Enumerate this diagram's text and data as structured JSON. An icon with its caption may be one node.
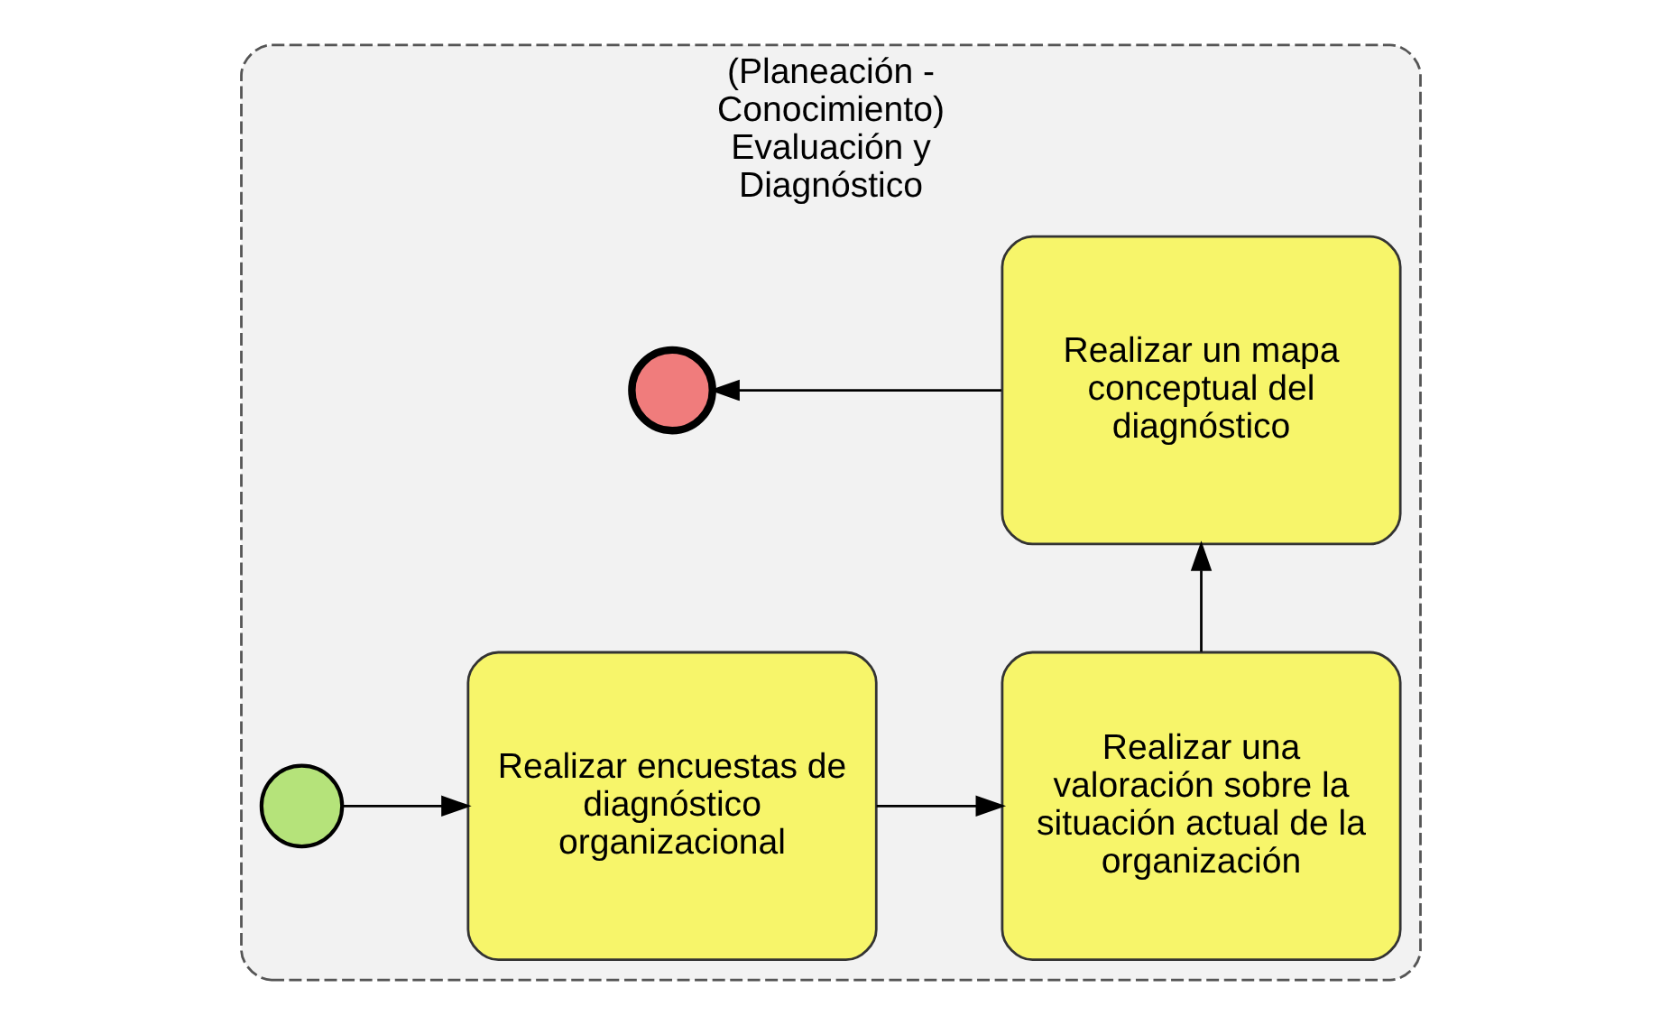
{
  "diagram": {
    "nodes": [
      {
        "text": [
          "(Planeación - Conocimiento) Evaluación y Diagnóstico"
        ]
      },
      {
        "text": [],
        "shape": "circle",
        "in": 0
      },
      {
        "text": [
          "Realizar encuestas de diagnóstico organizacional"
        ],
        "in": 0
      },
      {
        "text": [
          "Realizar una valoración sobre la situación actual de la organización"
        ],
        "in": 0
      },
      {
        "text": [
          "Realizar un mapa conceptual del diagnóstico"
        ],
        "in": 0
      },
      {
        "text": [],
        "shape": "circle",
        "in": 0
      }
    ],
    "edges": [
      {
        "from": 1,
        "to": 2,
        "arrow": "to"
      },
      {
        "from": 2,
        "to": 3,
        "arrow": "to"
      },
      {
        "from": 3,
        "to": 4,
        "arrow": "to"
      },
      {
        "from": 4,
        "to": 5,
        "arrow": "to"
      }
    ]
  }
}
